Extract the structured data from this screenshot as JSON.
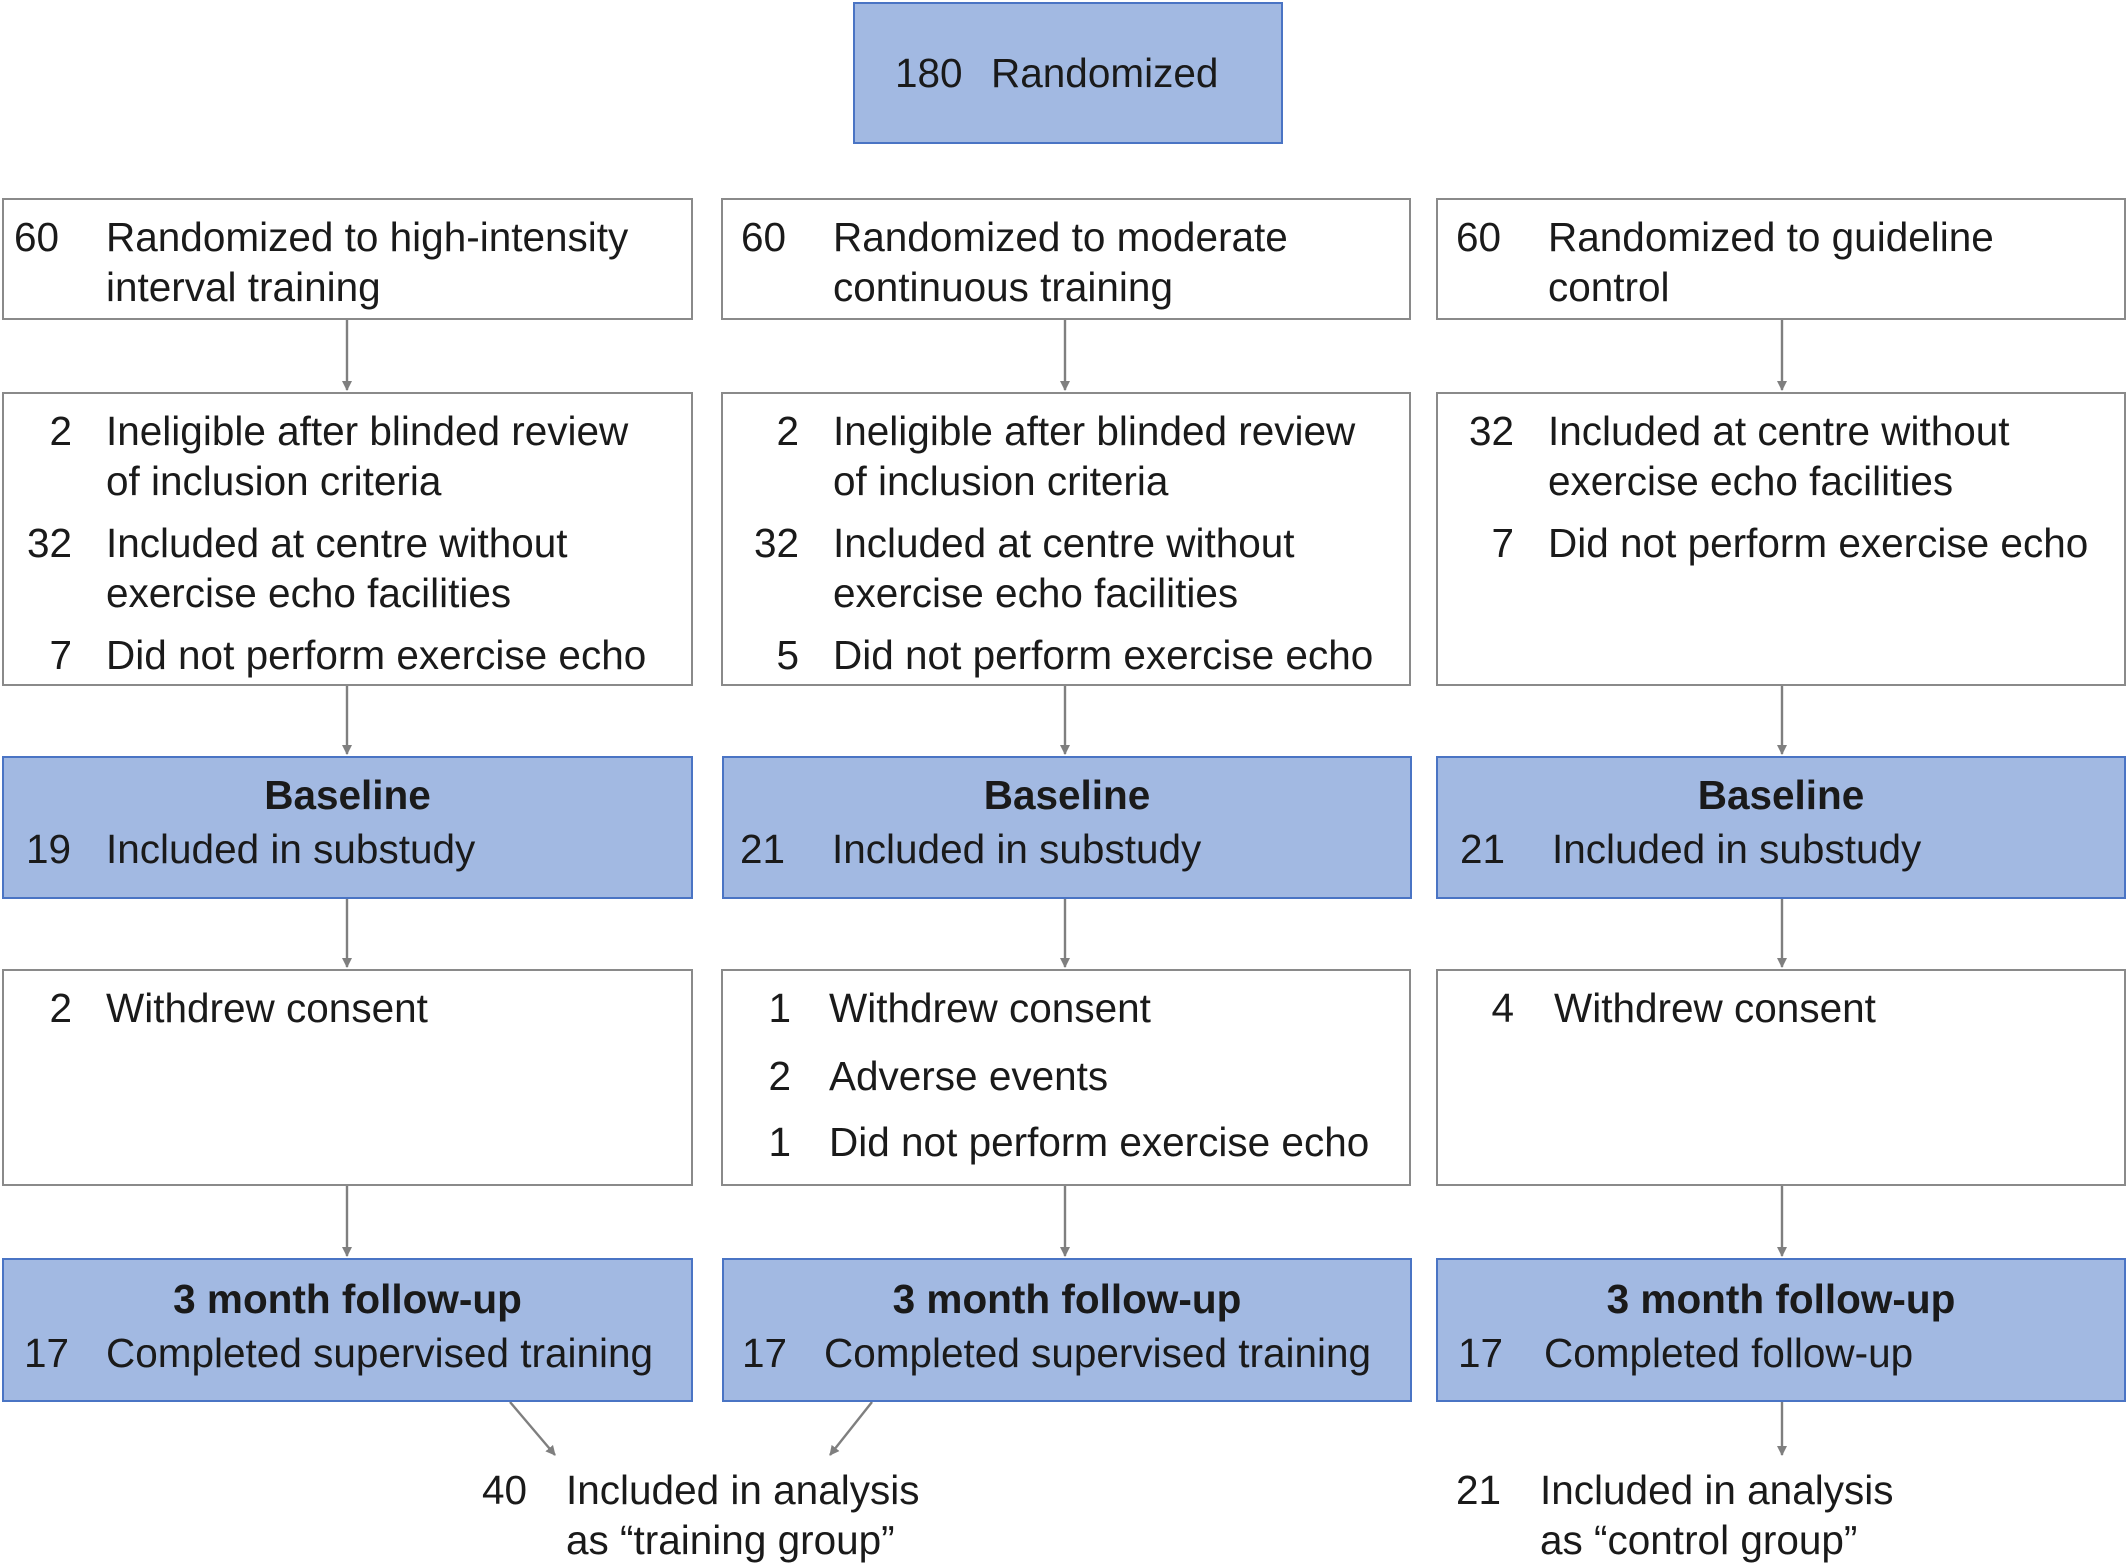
{
  "top": {
    "n": "180",
    "label": "Randomized"
  },
  "arms": [
    {
      "group": {
        "n": "60",
        "lines": [
          "Randomized to high-intensity",
          "interval training"
        ]
      },
      "exclusions": [
        {
          "n": "2",
          "lines": [
            "Ineligible after blinded review",
            "of inclusion criteria"
          ]
        },
        {
          "n": "32",
          "lines": [
            "Included at centre without",
            "exercise echo facilities"
          ]
        },
        {
          "n": "7",
          "lines": [
            "Did not perform exercise echo"
          ]
        }
      ],
      "baseline": {
        "title": "Baseline",
        "n": "19",
        "label": "Included in substudy"
      },
      "dropouts": [
        {
          "n": "2",
          "label": "Withdrew consent"
        }
      ],
      "followup": {
        "title": "3 month follow-up",
        "n": "17",
        "label": "Completed supervised training"
      }
    },
    {
      "group": {
        "n": "60",
        "lines": [
          "Randomized to moderate",
          "continuous training"
        ]
      },
      "exclusions": [
        {
          "n": "2",
          "lines": [
            "Ineligible after blinded review",
            "of inclusion criteria"
          ]
        },
        {
          "n": "32",
          "lines": [
            "Included at centre without",
            "exercise echo facilities"
          ]
        },
        {
          "n": "5",
          "lines": [
            "Did not perform exercise echo"
          ]
        }
      ],
      "baseline": {
        "title": "Baseline",
        "n": "21",
        "label": "Included in substudy"
      },
      "dropouts": [
        {
          "n": "1",
          "label": "Withdrew consent"
        },
        {
          "n": "2",
          "label": "Adverse events"
        },
        {
          "n": "1",
          "label": "Did not perform exercise echo"
        }
      ],
      "followup": {
        "title": "3 month follow-up",
        "n": "17",
        "label": "Completed supervised training"
      }
    },
    {
      "group": {
        "n": "60",
        "lines": [
          "Randomized to guideline",
          "control"
        ]
      },
      "exclusions": [
        {
          "n": "32",
          "lines": [
            "Included at centre without",
            "exercise echo facilities"
          ]
        },
        {
          "n": "7",
          "lines": [
            "Did not perform exercise echo"
          ]
        }
      ],
      "baseline": {
        "title": "Baseline",
        "n": "21",
        "label": "Included in substudy"
      },
      "dropouts": [
        {
          "n": "4",
          "label": "Withdrew consent"
        }
      ],
      "followup": {
        "title": "3 month follow-up",
        "n": "17",
        "label": "Completed follow-up"
      }
    }
  ],
  "analysis": [
    {
      "n": "40",
      "lines": [
        "Included in analysis",
        "as “training group”"
      ]
    },
    {
      "n": "21",
      "lines": [
        "Included in analysis",
        "as “control group”"
      ]
    }
  ]
}
